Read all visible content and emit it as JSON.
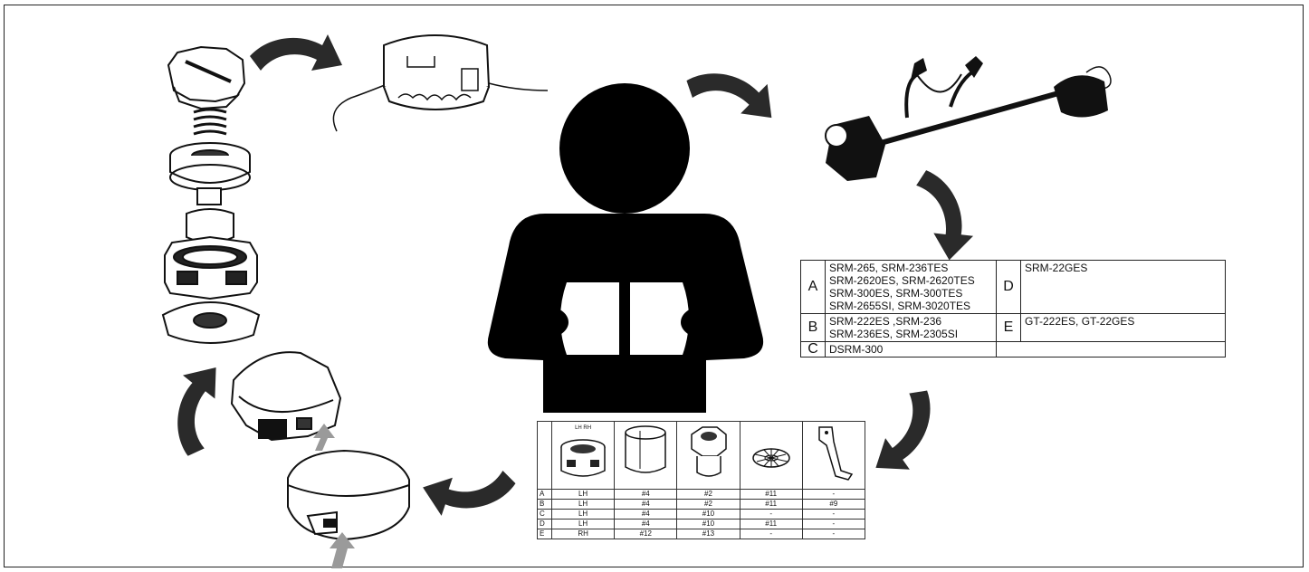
{
  "diagram": {
    "icons": [
      "spool-head-exploded-icon",
      "assembled-head-with-line-icon",
      "person-reading-manual-icon",
      "brushcutter-icon",
      "head-cap-icon",
      "head-cap-insert-icon",
      "curved-arrow-icon"
    ],
    "model_table": {
      "rows": [
        {
          "key": "A",
          "models": [
            "SRM-265, SRM-236TES",
            "SRM-2620ES, SRM-2620TES",
            "SRM-300ES, SRM-300TES",
            "SRM-2655SI, SRM-3020TES"
          ]
        },
        {
          "key": "B",
          "models": [
            "SRM-222ES ,SRM-236",
            "SRM-236ES, SRM-2305SI"
          ]
        },
        {
          "key": "C",
          "models": [
            "DSRM-300"
          ]
        }
      ],
      "right_rows": [
        {
          "key": "D",
          "models": [
            "SRM-22GES"
          ]
        },
        {
          "key": "E",
          "models": [
            "GT-222ES, GT-22GES"
          ]
        }
      ]
    },
    "parts_table": {
      "header_label": "LH RH",
      "rows": [
        [
          "A",
          "LH",
          "#4",
          "#2",
          "#11",
          "-"
        ],
        [
          "B",
          "LH",
          "#4",
          "#2",
          "#11",
          "#9"
        ],
        [
          "C",
          "LH",
          "#4",
          "#10",
          "-",
          "-"
        ],
        [
          "D",
          "LH",
          "#4",
          "#10",
          "#11",
          "-"
        ],
        [
          "E",
          "RH",
          "#12",
          "#13",
          "-",
          "-"
        ]
      ]
    },
    "colors": {
      "ink": "#111111",
      "arrow": "#2a2a2a",
      "hint_arrow": "#9a9a9a"
    }
  }
}
